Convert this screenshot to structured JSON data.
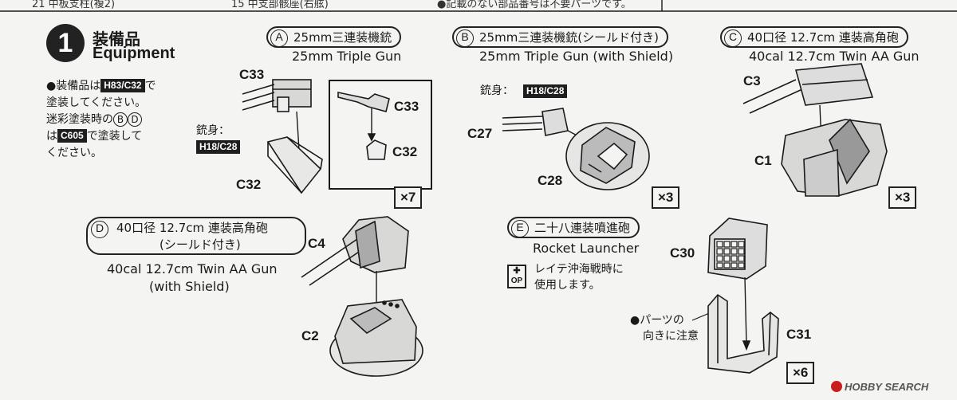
{
  "top_strip": {
    "left": "21  中板支柱(複2)",
    "mid": "15  中支部骸座(右舷)",
    "right": "●記載のない部品番号は不要パーツです。"
  },
  "step": {
    "number": "1",
    "title_jp": "装備品",
    "title_en": "Equipment",
    "note_line1_pre": "●装備品は",
    "note_code1": "H83/C32",
    "note_line1_post": "で",
    "note_line2": "塗装してください。",
    "note_line3": "迷彩塗装時の",
    "note_letter_b": "B",
    "note_letter_d": "D",
    "note_line4_pre": "は",
    "note_code2": "C605",
    "note_line4_post": "で塗装して",
    "note_line5": "ください。"
  },
  "panels": {
    "a": {
      "letter": "A",
      "title_jp": "25mm三連装機銃",
      "title_en": "25mm Triple Gun",
      "part1": "C33",
      "part2": "C32",
      "inset_part1": "C33",
      "inset_part2": "C32",
      "barrel_label": "銃身：",
      "barrel_code": "H18/C28",
      "qty": "×7"
    },
    "b": {
      "letter": "B",
      "title_jp": "25mm三連装機銃(シールド付き)",
      "title_en": "25mm Triple Gun (with Shield)",
      "part1": "C27",
      "part2": "C28",
      "barrel_label": "銃身：",
      "barrel_code": "H18/C28",
      "qty": "×3"
    },
    "c": {
      "letter": "C",
      "title_jp": "40口径 12.7cm 連装高角砲",
      "title_en": "40cal 12.7cm Twin AA Gun",
      "part1": "C3",
      "part2": "C1",
      "qty": "×3"
    },
    "d": {
      "letter": "D",
      "title_jp_1": "40口径 12.7cm 連装高角砲",
      "title_jp_2": "(シールド付き)",
      "title_en_1": "40cal 12.7cm Twin AA Gun",
      "title_en_2": "(with Shield)",
      "part1": "C4",
      "part2": "C2"
    },
    "e": {
      "letter": "E",
      "title_jp": "二十八連装噴進砲",
      "title_en": "Rocket Launcher",
      "op_icon": "OP",
      "op_note_1": "レイテ沖海戦時に",
      "op_note_2": "使用します。",
      "part1": "C30",
      "part2": "C31",
      "orient_note_1": "●パーツの",
      "orient_note_2": "向きに注意",
      "qty": "×6"
    }
  },
  "watermark": "HOBBY SEARCH",
  "colors": {
    "ink": "#1a1a1a",
    "paper": "#f4f4f2",
    "part_fill": "#d8d8d6",
    "watermark_red": "#c81e1e"
  }
}
